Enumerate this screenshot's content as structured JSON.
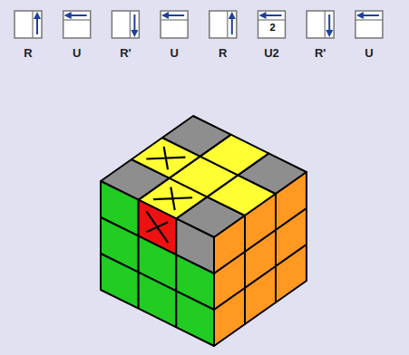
{
  "diagram": {
    "labels": [
      "R",
      "U",
      "R'",
      "U",
      "R",
      "U2",
      "R'",
      "U",
      "2"
    ]
  }
}
